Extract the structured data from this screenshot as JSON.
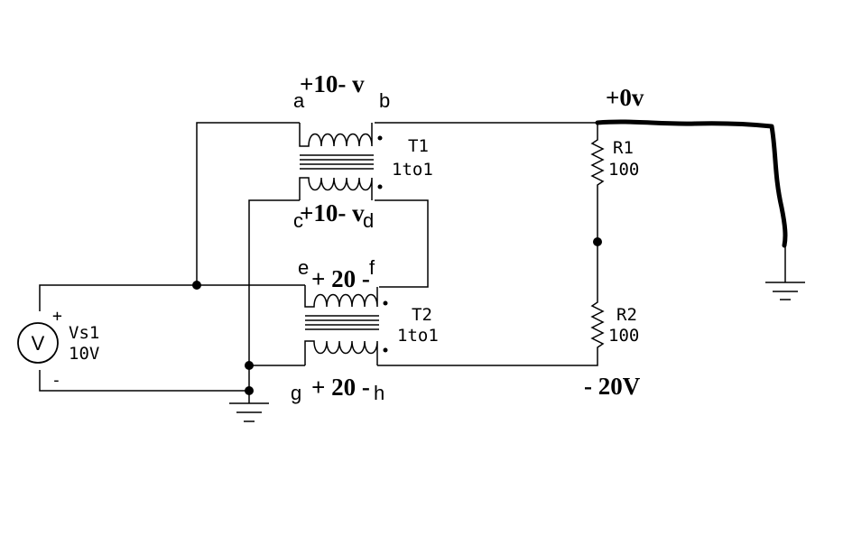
{
  "transformers": [
    {
      "ref": "T1",
      "ratio": "1to1"
    },
    {
      "ref": "T2",
      "ratio": "1to1"
    }
  ],
  "resistors": [
    {
      "ref": "R1",
      "value": "100"
    },
    {
      "ref": "R2",
      "value": "100"
    }
  ],
  "source": {
    "ref": "Vs1",
    "value": "10V",
    "symbol": "V",
    "plus": "+",
    "minus": "-"
  },
  "terminals": {
    "a": "a",
    "b": "b",
    "c": "c",
    "d": "d",
    "e": "e",
    "f": "f",
    "g": "g",
    "h": "h"
  },
  "annotations": {
    "t1_primary": "+10- v",
    "t1_secondary": "+10- v",
    "t2_primary": "+ 20 -",
    "t2_secondary": "+ 20 -",
    "top_node": "+0v",
    "bottom_node": "- 20V"
  }
}
